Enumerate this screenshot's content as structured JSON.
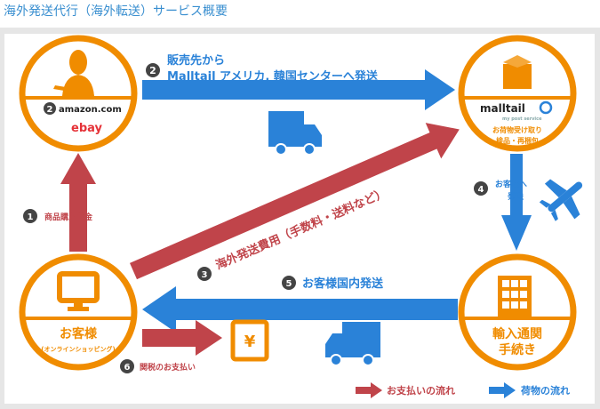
{
  "title": "海外発送代行（海外転送）サービス概要",
  "colors": {
    "orange": "#f08c00",
    "blue": "#2a82d8",
    "red": "#c0444a",
    "badge": "#444444"
  },
  "nodes": {
    "seller": {
      "badge": "2",
      "amazon": "amazon.com",
      "ebay": "ebay",
      "icon": "person-icon"
    },
    "malltail": {
      "logo": "malltail",
      "sub": "my post service",
      "line1": "お荷物受け取り",
      "line2": "検品・再梱包",
      "icon": "box-icon"
    },
    "customer": {
      "label": "お客様",
      "sub": "(オンラインショッピング)",
      "icon": "monitor-icon"
    },
    "customs": {
      "line1": "輸入通関",
      "line2": "手続き",
      "icon": "building-icon"
    }
  },
  "steps": {
    "s1": {
      "num": "1",
      "label": "商品購入代金"
    },
    "s2": {
      "num": "2",
      "line1": "販売先から",
      "line2": "Malltail アメリカ, 韓国センターへ発送"
    },
    "s3": {
      "num": "3",
      "label": "海外発送費用（手数料・送料など）"
    },
    "s4": {
      "num": "4",
      "line1": "お客様へ",
      "line2": "発送"
    },
    "s5": {
      "num": "5",
      "label": "お客様国内発送"
    },
    "s6": {
      "num": "6",
      "label": "関税のお支払い"
    }
  },
  "yen": "¥",
  "legend": {
    "payment": "お支払いの流れ",
    "goods": "荷物の流れ"
  }
}
